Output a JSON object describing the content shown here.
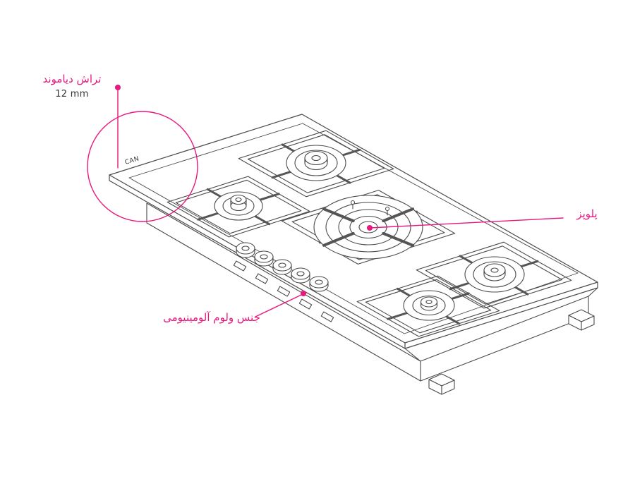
{
  "colors": {
    "accent": "#e7187e",
    "line": "#4a4a4a",
    "background": "#ffffff"
  },
  "diagram": {
    "subject": "5-burner gas hob isometric technical drawing",
    "brand_logo": "CAN"
  },
  "annotations": {
    "diamond_cut": {
      "label": "تراش دیاموند",
      "value": "12 mm"
    },
    "wok_burner": {
      "label": "پلوپز"
    },
    "knob_material": {
      "label": "جنس ولوم آلومینیومی"
    }
  }
}
